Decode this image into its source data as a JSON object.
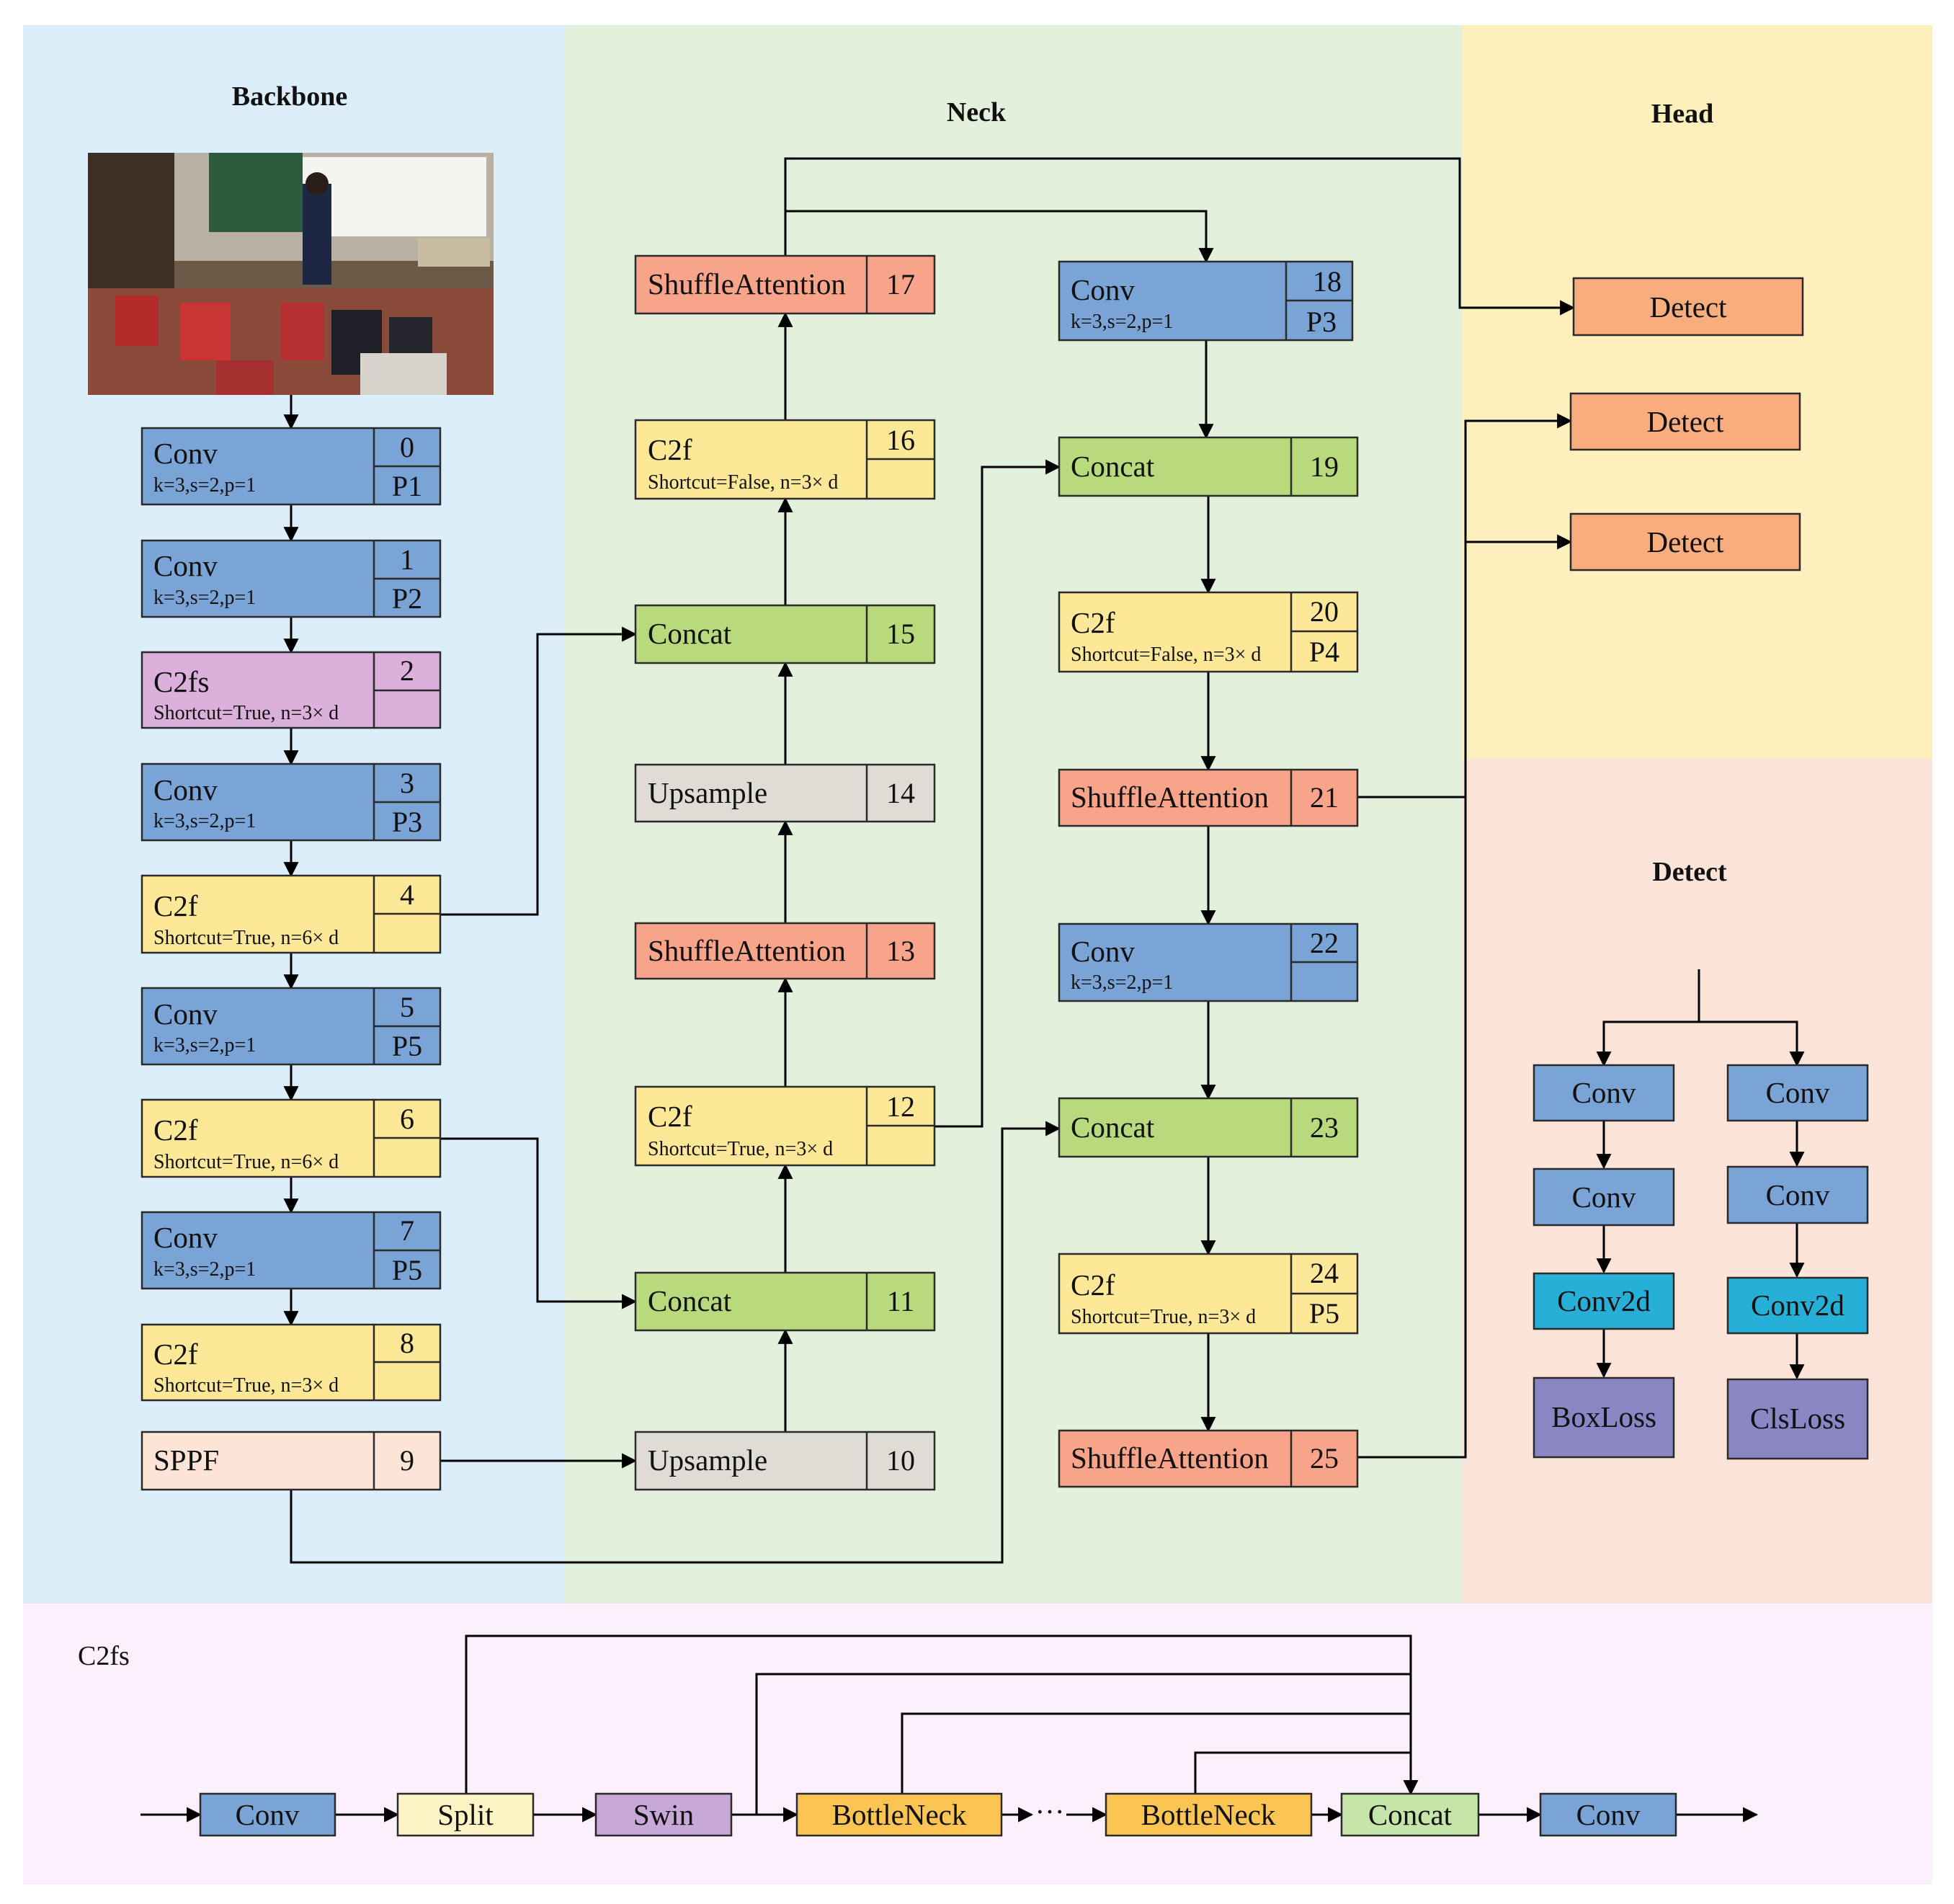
{
  "sections": {
    "backbone": "Backbone",
    "neck": "Neck",
    "head": "Head",
    "detect": "Detect",
    "c2fs": "C2fs"
  },
  "colors": {
    "backbone_bg": "#ddeefb",
    "neck_bg": "#e2f0dc",
    "head_bg": "#fdf0bc",
    "detect_bg": "#fde4d9",
    "c2fs_bg": "#fbf0fc",
    "conv": "#7aa3d6",
    "c2f": "#fde897",
    "c2fs": "#dbb0da",
    "sppf": "#fde4d6",
    "upsample": "#dedcd4",
    "concat": "#b8da7c",
    "shuffle": "#f7a48b",
    "detect": "#f9ad7f",
    "conv2d": "#27b0d7",
    "loss": "#8a86c4",
    "swin": "#c8a8d8",
    "split": "#fdf4c6",
    "bottleneck": "#fcc553",
    "concat_small": "#c6e5a8"
  },
  "layers": [
    {
      "id": "0",
      "name": "Conv",
      "sub": "k=3,s=2,p=1",
      "p": "P1"
    },
    {
      "id": "1",
      "name": "Conv",
      "sub": "k=3,s=2,p=1",
      "p": "P2"
    },
    {
      "id": "2",
      "name": "C2fs",
      "sub": "Shortcut=True, n=3× d",
      "p": ""
    },
    {
      "id": "3",
      "name": "Conv",
      "sub": "k=3,s=2,p=1",
      "p": "P3"
    },
    {
      "id": "4",
      "name": "C2f",
      "sub": "Shortcut=True, n=6× d",
      "p": ""
    },
    {
      "id": "5",
      "name": "Conv",
      "sub": "k=3,s=2,p=1",
      "p": "P5"
    },
    {
      "id": "6",
      "name": "C2f",
      "sub": "Shortcut=True, n=6× d",
      "p": ""
    },
    {
      "id": "7",
      "name": "Conv",
      "sub": "k=3,s=2,p=1",
      "p": "P5"
    },
    {
      "id": "8",
      "name": "C2f",
      "sub": "Shortcut=True, n=3× d",
      "p": ""
    },
    {
      "id": "9",
      "name": "SPPF"
    },
    {
      "id": "10",
      "name": "Upsample"
    },
    {
      "id": "11",
      "name": "Concat"
    },
    {
      "id": "12",
      "name": "C2f",
      "sub": "Shortcut=True, n=3× d",
      "p": ""
    },
    {
      "id": "13",
      "name": "ShuffleAttention"
    },
    {
      "id": "14",
      "name": "Upsample"
    },
    {
      "id": "15",
      "name": "Concat"
    },
    {
      "id": "16",
      "name": "C2f",
      "sub": "Shortcut=False, n=3× d",
      "p": ""
    },
    {
      "id": "17",
      "name": "ShuffleAttention"
    },
    {
      "id": "18",
      "name": "Conv",
      "sub": "k=3,s=2,p=1",
      "p": "P3"
    },
    {
      "id": "19",
      "name": "Concat"
    },
    {
      "id": "20",
      "name": "C2f",
      "sub": "Shortcut=False, n=3× d",
      "p": "P4"
    },
    {
      "id": "21",
      "name": "ShuffleAttention"
    },
    {
      "id": "22",
      "name": "Conv",
      "sub": "k=3,s=2,p=1",
      "p": ""
    },
    {
      "id": "23",
      "name": "Concat"
    },
    {
      "id": "24",
      "name": "C2f",
      "sub": "Shortcut=True, n=3× d",
      "p": "P5"
    },
    {
      "id": "25",
      "name": "ShuffleAttention"
    }
  ],
  "head": {
    "detect_labels": [
      "Detect",
      "Detect",
      "Detect"
    ]
  },
  "detect_detail": {
    "left": [
      "Conv",
      "Conv",
      "Conv2d",
      "BoxLoss"
    ],
    "right": [
      "Conv",
      "Conv",
      "Conv2d",
      "ClsLoss"
    ]
  },
  "c2fs_flow": {
    "blocks": [
      "Conv",
      "Split",
      "Swin",
      "BottleNeck",
      "BottleNeck",
      "Concat",
      "Conv"
    ],
    "ellipsis": "···"
  }
}
